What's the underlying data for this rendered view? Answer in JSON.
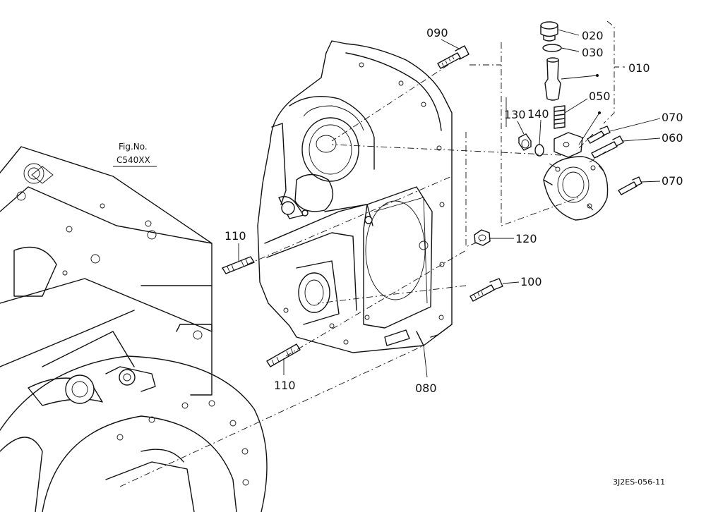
{
  "figure_ref": {
    "line1": "Fig.No.",
    "line2": "C540XX"
  },
  "parts": [
    {
      "id": "p090",
      "number": "090"
    },
    {
      "id": "p020",
      "number": "020"
    },
    {
      "id": "p030",
      "number": "030"
    },
    {
      "id": "p010",
      "number": "010"
    },
    {
      "id": "p050",
      "number": "050"
    },
    {
      "id": "p130",
      "number": "130"
    },
    {
      "id": "p140",
      "number": "140"
    },
    {
      "id": "p070a",
      "number": "070"
    },
    {
      "id": "p060",
      "number": "060"
    },
    {
      "id": "p070b",
      "number": "070"
    },
    {
      "id": "p110a",
      "number": "110"
    },
    {
      "id": "p120",
      "number": "120"
    },
    {
      "id": "p100",
      "number": "100"
    },
    {
      "id": "p110b",
      "number": "110"
    },
    {
      "id": "p080",
      "number": "080"
    }
  ],
  "drawing_code": "3J2ES-056-11"
}
